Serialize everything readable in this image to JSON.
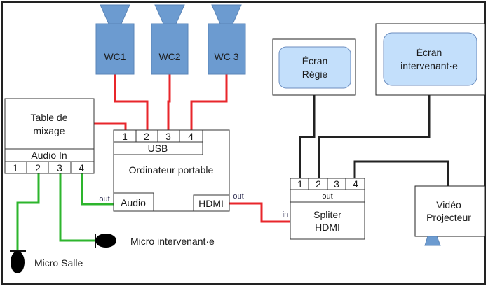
{
  "webcams": [
    {
      "label": "WC1"
    },
    {
      "label": "WC2"
    },
    {
      "label": "WC 3"
    }
  ],
  "mixer": {
    "title_line1": "Table de",
    "title_line2": "mixage",
    "audio_in_label": "Audio In",
    "ports": [
      "1",
      "2",
      "3",
      "4"
    ]
  },
  "laptop": {
    "title": "Ordinateur portable",
    "usb_label": "USB",
    "usb_ports": [
      "1",
      "2",
      "3",
      "4"
    ],
    "audio_label": "Audio",
    "hdmi_label": "HDMI",
    "audio_out_label": "out",
    "hdmi_out_label": "out"
  },
  "splitter": {
    "title_line1": "Spliter",
    "title_line2": "HDMI",
    "out_label": "out",
    "in_label": "in",
    "ports": [
      "1",
      "2",
      "3",
      "4"
    ]
  },
  "screens": {
    "regie_line1": "Écran",
    "regie_line2": "Régie",
    "intervenant_line1": "Écran",
    "intervenant_line2": "intervenant·e"
  },
  "projector": {
    "line1": "Vidéo",
    "line2": "Projecteur"
  },
  "mics": {
    "salle": "Micro Salle",
    "intervenant": "Micro intervenant·e"
  },
  "colors": {
    "webcam_fill": "#6c9bd0",
    "webcam_stroke": "#5a85b8",
    "screen_fill": "#c3dffb",
    "screen_stroke": "#6c8ebf",
    "usb_cable": "#e8262b",
    "hdmi_cable": "#e8262b",
    "audio_cable": "#2db52d",
    "video_cable": "#222222"
  }
}
